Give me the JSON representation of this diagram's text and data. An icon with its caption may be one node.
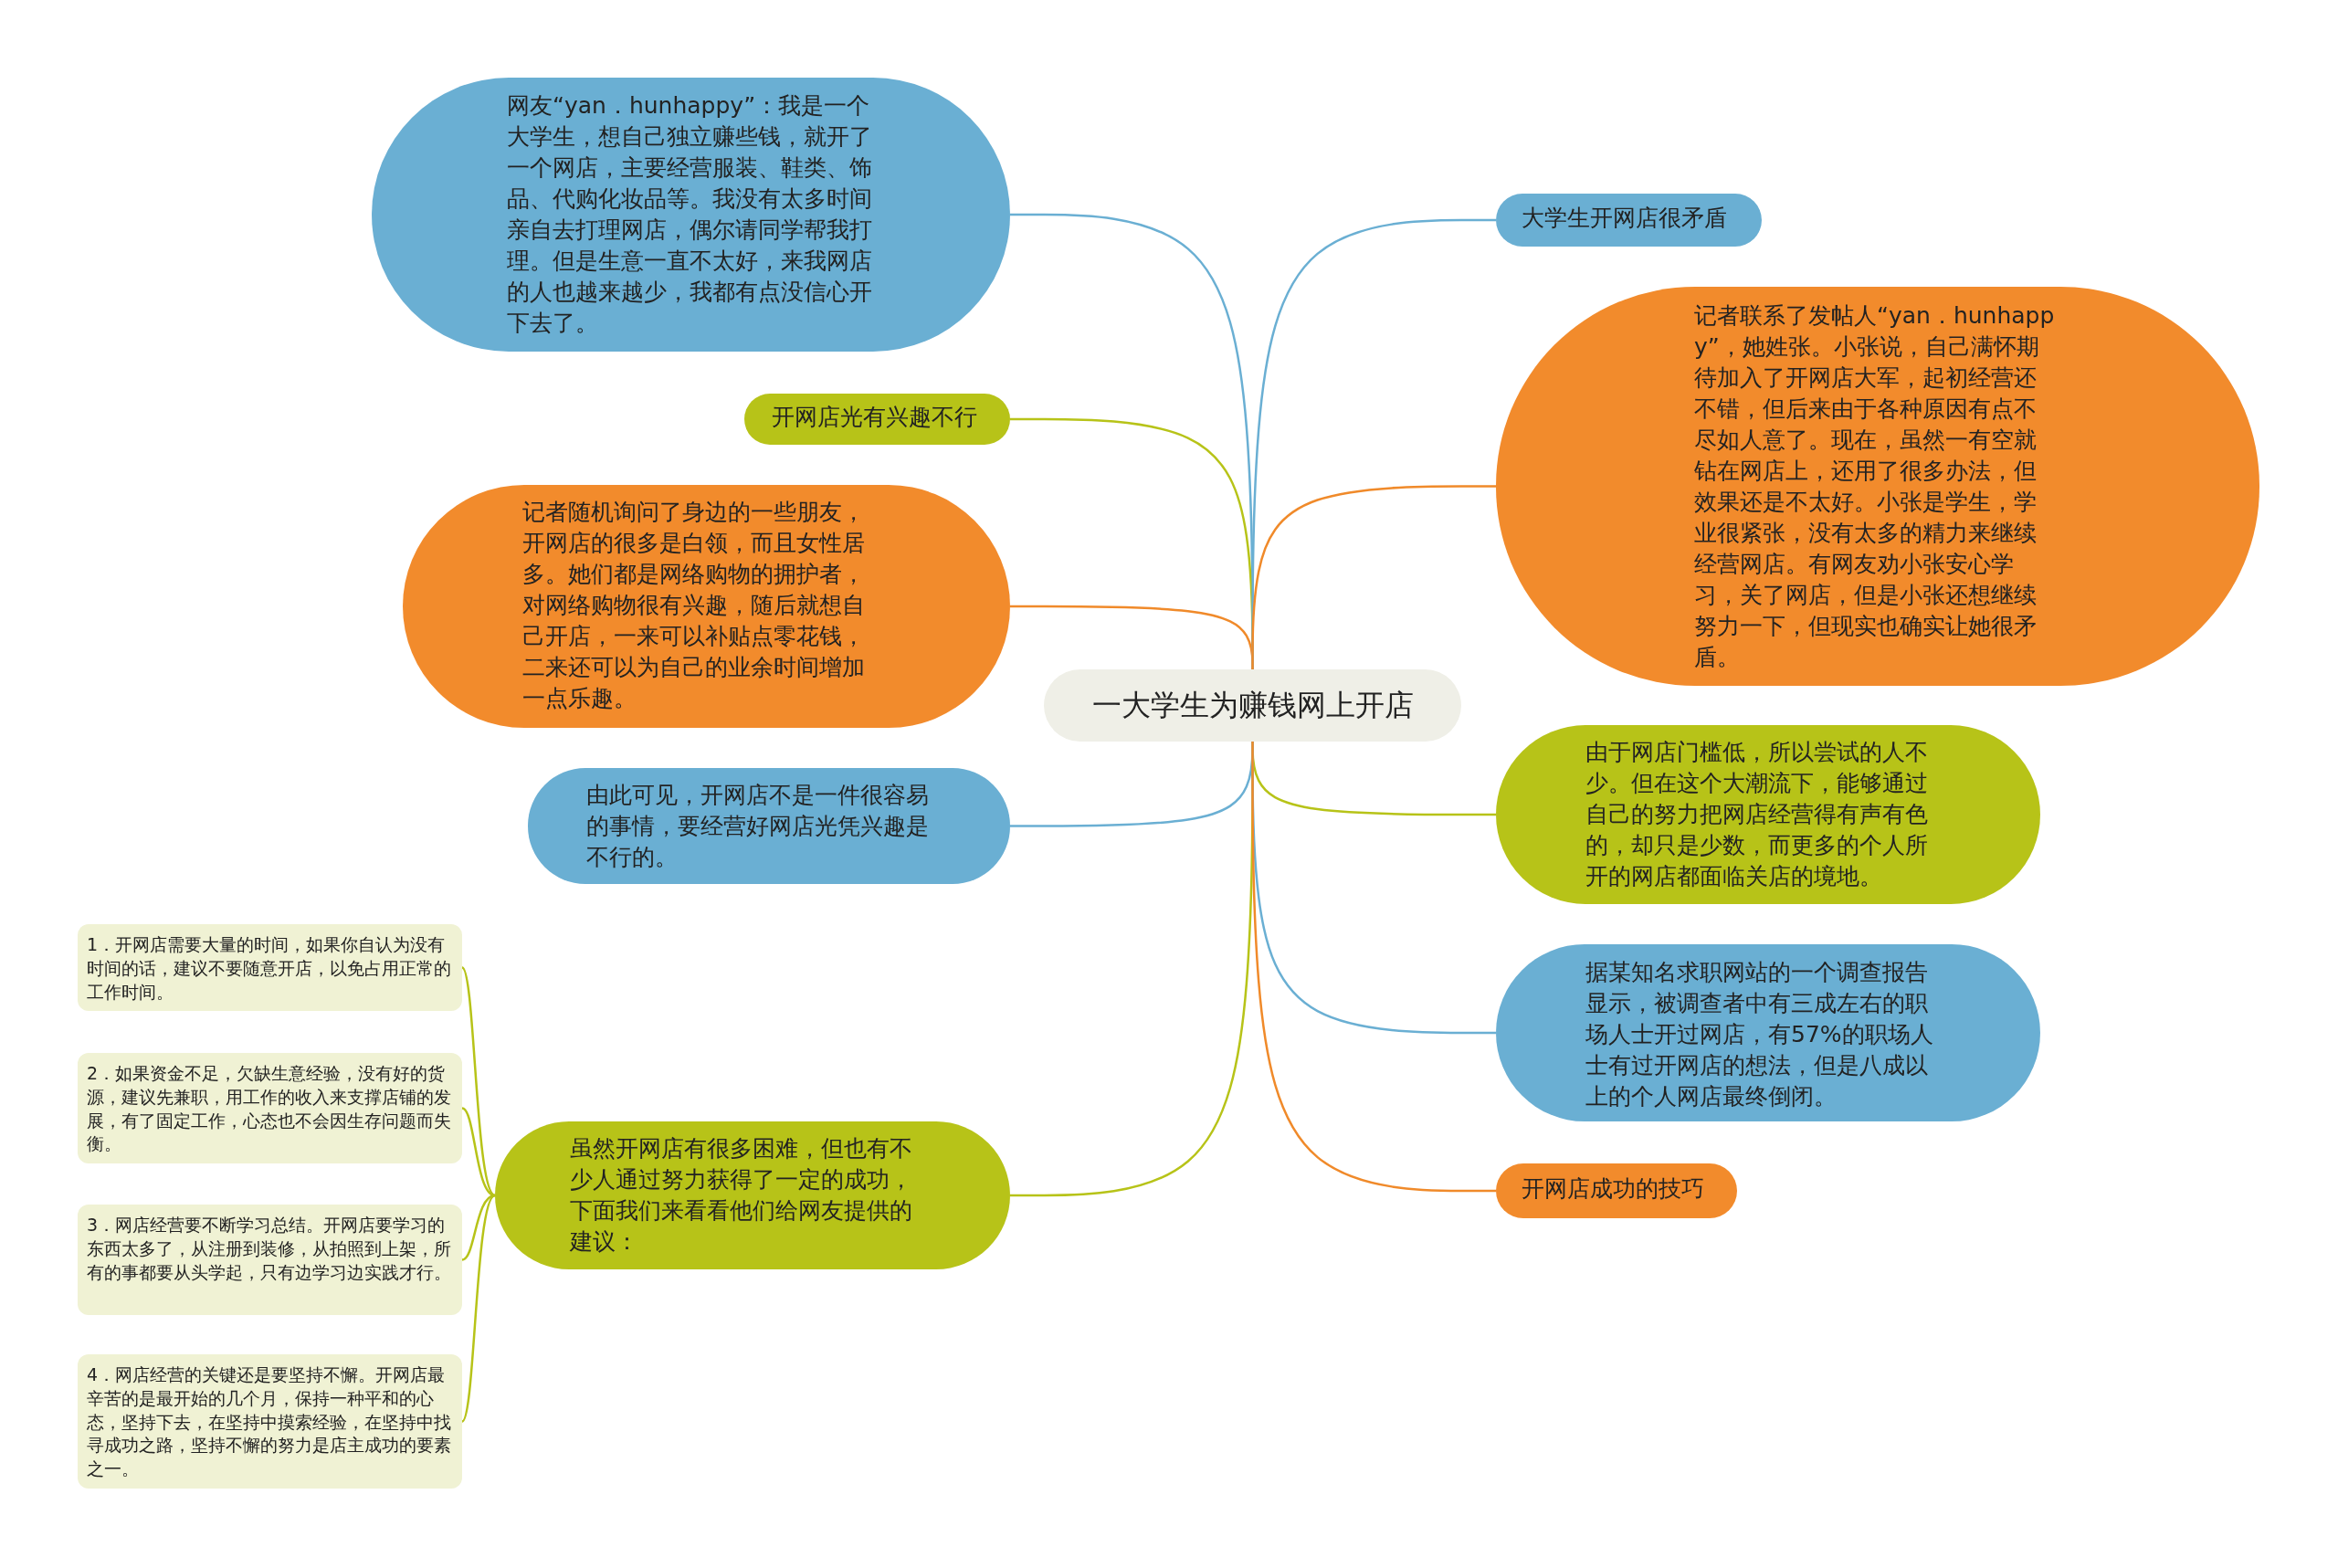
{
  "diagram": {
    "nodes": [
      {
        "text": [
          "一大学生为赚钱网上开店"
        ]
      },
      {
        "text": [
          "网友“yan．hunhappy”：我是一个大学生，想自己独立赚些钱，就开了一个网店，主要经营服装、鞋类、饰品、代购化妆品等。我没有太多时间亲自去打理网店，偶尔请同学帮我打理。但是生意一直不太好，来我网店的人也越来越少，我都有点没信心开下去了。"
        ]
      },
      {
        "text": [
          "开网店光有兴趣不行"
        ]
      },
      {
        "text": [
          "记者随机询问了身边的一些朋友，开网店的很多是白领，而且女性居多。她们都是网络购物的拥护者，对网络购物很有兴趣，随后就想自己开店，一来可以补贴点零花钱，二来还可以为自己的业余时间增加一点乐趣。"
        ]
      },
      {
        "text": [
          "由此可见，开网店不是一件很容易的事情，要经营好网店光凭兴趣是不行的。"
        ]
      },
      {
        "text": [
          "虽然开网店有很多困难，但也有不少人通过努力获得了一定的成功，下面我们来看看他们给网友提供的建议："
        ]
      },
      {
        "text": [
          "1．开网店需要大量的时间，如果你自认为没有时间的话，建议不要随意开店，以免占用正常的工作时间。"
        ]
      },
      {
        "text": [
          "2．如果资金不足，欠缺生意经验，没有好的货源，建议先兼职，用工作的收入来支撑店铺的发展，有了固定工作，心态也不会因生存问题而失衡。"
        ]
      },
      {
        "text": [
          "3．网店经营要不断学习总结。开网店要学习的东西太多了，从注册到装修，从拍照到上架，所有的事都要从头学起，只有边学习边实践才行。"
        ]
      },
      {
        "text": [
          "4．网店经营的关键还是要坚持不懈。开网店最辛苦的是最开始的几个月，保持一种平和的心态，坚持下去，在坚持中摸索经验，在坚持中找寻成功之路，坚持不懈的努力是店主成功的要素之一。"
        ]
      },
      {
        "text": [
          "大学生开网店很矛盾"
        ]
      },
      {
        "text": [
          "记者联系了发帖人“yan．hunhappy”，她姓张。小张说，自己满怀期待加入了开网店大军，起初经营还不错，但后来由于各种原因有点不尽如人意了。现在，虽然一有空就钻在网店上，还用了很多办法，但效果还是不太好。小张是学生，学业很紧张，没有太多的精力来继续经营网店。有网友劝小张安心学习，关了网店，但是小张还想继续努力一下，但现实也确实让她很矛盾。"
        ]
      },
      {
        "text": [
          "由于网店门槛低，所以尝试的人不少。但在这个大潮流下，能够通过自己的努力把网店经营得有声有色的，却只是少数，而更多的个人所开的网店都面临关店的境地。"
        ]
      },
      {
        "text": [
          "据某知名求职网站的一个调查报告显示，被调查者中有三成左右的职场人士开过网店，有57%的职场人士有过开网店的想法，但是八成以上的个人网店最终倒闭。"
        ]
      },
      {
        "text": [
          "开网店成功的技巧"
        ]
      }
    ],
    "edges": [
      {
        "from": 0,
        "to": 1,
        "arrow": "none",
        "color": "#6aafd3"
      },
      {
        "from": 0,
        "to": 2,
        "arrow": "none"
      },
      {
        "from": 0,
        "to": 3,
        "arrow": "none",
        "color": "#f08a2a"
      },
      {
        "from": 0,
        "to": 4,
        "arrow": "none",
        "color": "#6aafd3"
      },
      {
        "from": 0,
        "to": 5,
        "arrow": "none"
      },
      {
        "from": 5,
        "to": 6,
        "arrow": "none"
      },
      {
        "from": 5,
        "to": 7,
        "arrow": "none"
      },
      {
        "from": 5,
        "to": 8,
        "arrow": "none"
      },
      {
        "from": 5,
        "to": 9,
        "arrow": "none"
      },
      {
        "from": 0,
        "to": 10,
        "arrow": "none",
        "color": "#6aafd3"
      },
      {
        "from": 0,
        "to": 11,
        "arrow": "none",
        "color": "#f08a2a"
      },
      {
        "from": 0,
        "to": 12,
        "arrow": "none"
      },
      {
        "from": 0,
        "to": 13,
        "arrow": "none",
        "color": "#6aafd3"
      },
      {
        "from": 0,
        "to": 14,
        "arrow": "none",
        "color": "#f08a2a"
      }
    ]
  }
}
